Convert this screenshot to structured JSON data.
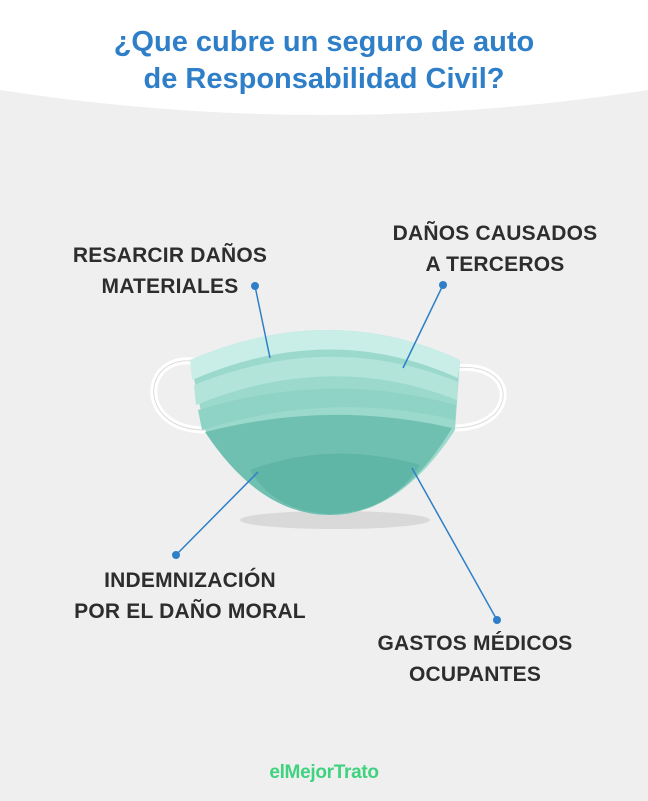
{
  "title": {
    "line1": "¿Que cubre un seguro de auto",
    "line2": "de Responsabilidad Civil?"
  },
  "labels": {
    "top_left": {
      "line1": "RESARCIR DAÑOS",
      "line2": "MATERIALES"
    },
    "top_right": {
      "line1": "DAÑOS CAUSADOS",
      "line2": "A TERCEROS"
    },
    "bottom_left": {
      "line1": "INDEMNIZACIÓN",
      "line2": "POR EL DAÑO MORAL"
    },
    "bottom_right": {
      "line1": "GASTOS MÉDICOS",
      "line2": "OCUPANTES"
    }
  },
  "logo": "elMejorTrato",
  "colors": {
    "title": "#2f7fc8",
    "label_text": "#2d2d2d",
    "pointer": "#2f7fc8",
    "mask_light": "#bfe8e1",
    "mask_mid": "#8fd3c6",
    "mask_dark": "#5fb6a6",
    "logo": "#3fd27f",
    "background": "#efefef"
  },
  "icons": [
    "face-mask-illustration"
  ]
}
